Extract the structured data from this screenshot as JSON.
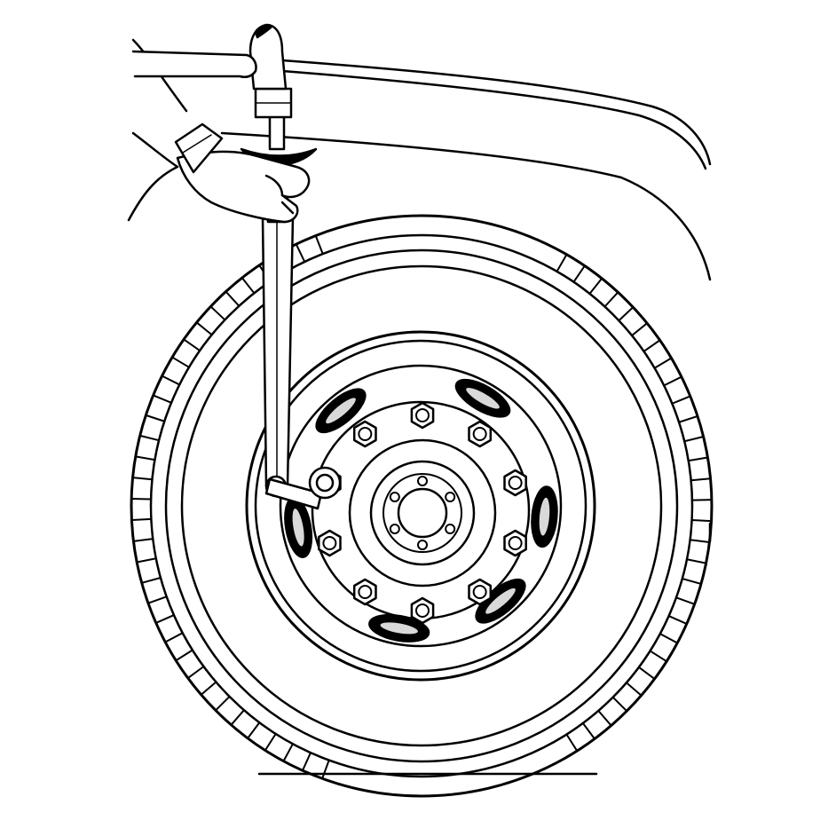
{
  "illustration": {
    "subject": "",
    "ink_color": "#000000",
    "paper_color": "#ffffff",
    "wheel": {
      "stud_count": 10,
      "hub_bolt_count": 6,
      "vent_hole_count": 6
    }
  }
}
